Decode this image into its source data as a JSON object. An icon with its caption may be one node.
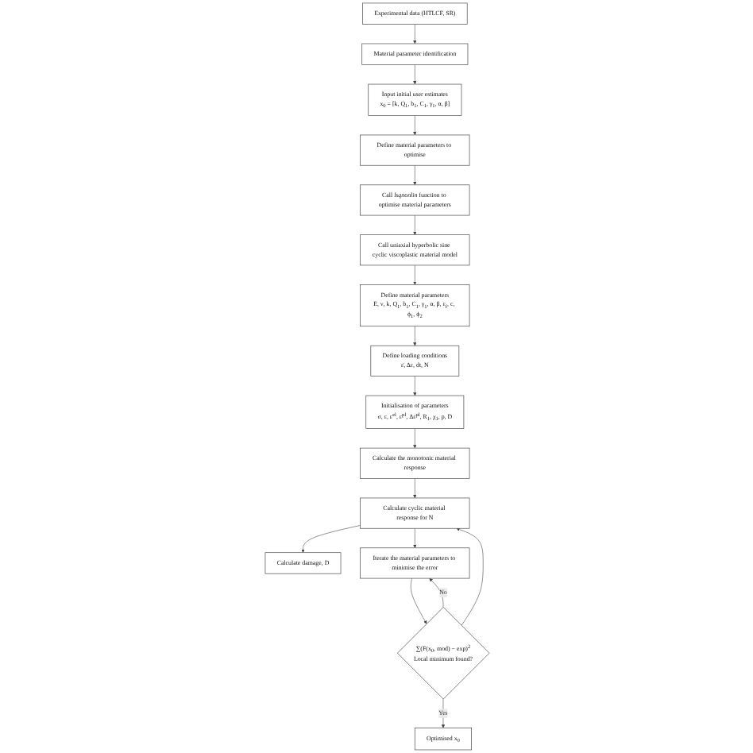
{
  "diagram": {
    "nodes": [
      {
        "text": [
          "Experimental data (HTLCF, SR)"
        ]
      },
      {
        "text": [
          "Material parameter identification"
        ]
      },
      {
        "text": [
          "Input initial user estimates",
          "x$_{0}$ = [k, Q$_{1}$, b$_{1}$, C$_{1}$, γ$_{1}$, α, β]"
        ]
      },
      {
        "text": [
          "Define material parameters to optimise"
        ]
      },
      {
        "text": [
          "Call *lsqnonlin* function to optimise material parameters"
        ]
      },
      {
        "text": [
          "Call uniaxial hyperbolic sine cyclic viscoplastic material model"
        ]
      },
      {
        "text": [
          "Define material parameters",
          "E, ν, k, Q$_{1}$, b$_{1}$, C$_{1}$, γ$_{1}$, α, β, ε$_{f}$, c, ϕ$_{1}$, ϕ$_{2}$"
        ]
      },
      {
        "text": [
          "Define loading conditions",
          "ε̇, Δε, dt, N"
        ]
      },
      {
        "text": [
          "Initialisation of parameters",
          "σ, ε, ε$^{el}$, ε$^{pl}$, Δε$^{pl}$, R$_{1}$, χ$_{1}$, p, D"
        ]
      },
      {
        "text": [
          "Calculate the monotonic material response"
        ]
      },
      {
        "text": [
          "Calculate cyclic material response for N"
        ]
      },
      {
        "text": [
          "Calculate damage, D"
        ]
      },
      {
        "text": [
          "Iterate the material parameters to minimise the error"
        ]
      },
      {
        "text": [
          "∑(F(x$_{0}$, mod) − exp)$^{2}$",
          "Local minimum found?"
        ]
      },
      {
        "text": [
          "Optimised x$_{0}$"
        ]
      }
    ],
    "edges": [
      {
        "from": 0,
        "to": 1,
        "arrow": "to"
      },
      {
        "from": 1,
        "to": 2,
        "arrow": "to"
      },
      {
        "from": 2,
        "to": 3,
        "arrow": "to"
      },
      {
        "from": 3,
        "to": 4,
        "arrow": "to"
      },
      {
        "from": 4,
        "to": 5,
        "arrow": "to"
      },
      {
        "from": 5,
        "to": 6,
        "arrow": "to"
      },
      {
        "from": 6,
        "to": 7,
        "arrow": "to"
      },
      {
        "from": 7,
        "to": 8,
        "arrow": "to"
      },
      {
        "from": 8,
        "to": 9,
        "arrow": "to"
      },
      {
        "from": 9,
        "to": 10,
        "arrow": "to"
      },
      {
        "from": 10,
        "to": 11,
        "arrow": "to"
      },
      {
        "from": 10,
        "to": 12,
        "arrow": "to"
      },
      {
        "from": 12,
        "to": 13,
        "arrow": "to"
      },
      {
        "from": 13,
        "to": 12,
        "label": "No",
        "arrow": "to"
      },
      {
        "from": 13,
        "to": 10,
        "arrow": "to"
      },
      {
        "from": 13,
        "to": 14,
        "label": "Yes",
        "arrow": "to"
      }
    ]
  }
}
